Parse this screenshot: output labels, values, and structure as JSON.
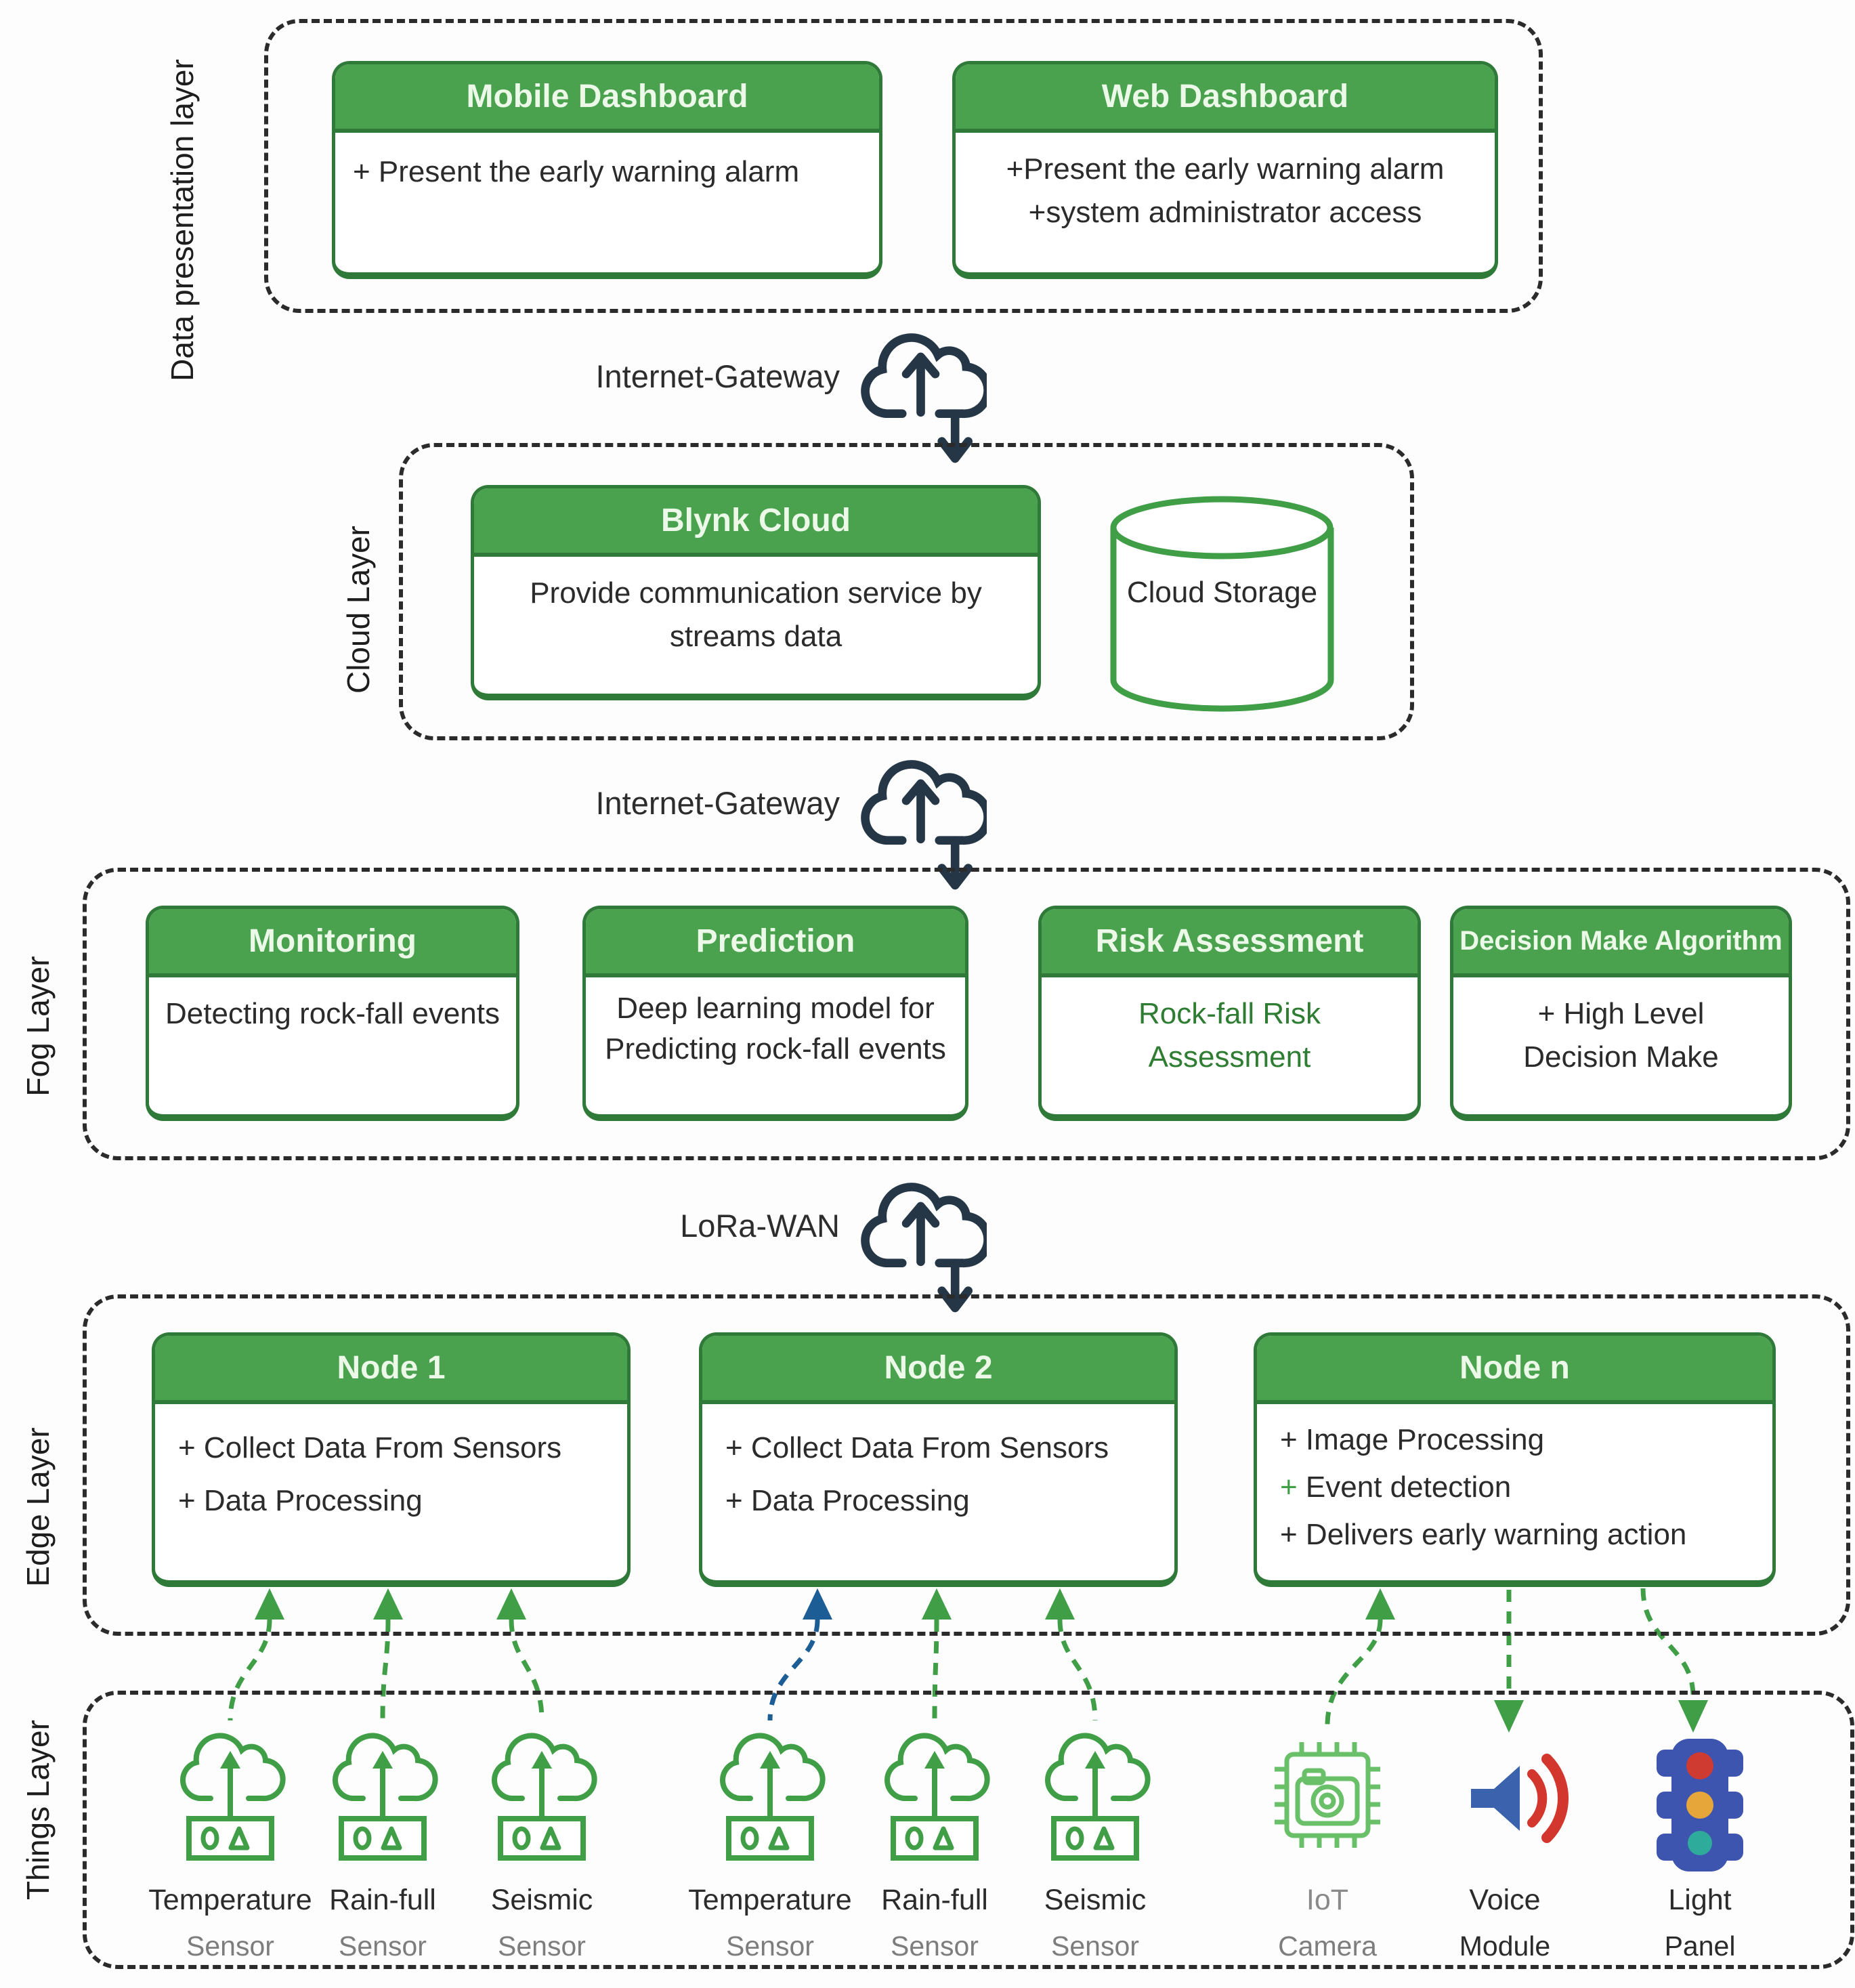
{
  "presentation_layer": {
    "label": "Data presentation layer",
    "mobile": {
      "title": "Mobile Dashboard",
      "line1": "+ Present the early warning alarm"
    },
    "web": {
      "title": "Web Dashboard",
      "line1": "+Present the early warning alarm",
      "line2": "+system administrator access"
    }
  },
  "gateway_top": {
    "label": "Internet-Gateway"
  },
  "gateway_mid": {
    "label": "Internet-Gateway"
  },
  "gateway_lora": {
    "label": "LoRa-WAN"
  },
  "cloud_layer": {
    "label": "Cloud Layer",
    "blynk": {
      "title": "Blynk Cloud",
      "body": "Provide communication service by streams data"
    },
    "storage_label": "Cloud Storage"
  },
  "fog_layer": {
    "label": "Fog Layer",
    "monitoring": {
      "title": "Monitoring",
      "body": "Detecting rock-fall events"
    },
    "prediction": {
      "title": "Prediction",
      "body": "Deep learning model for Predicting rock-fall events"
    },
    "risk": {
      "title": "Risk Assessment",
      "body": "Rock-fall Risk Assessment"
    },
    "decision": {
      "title": "Decision Make Algorithm",
      "body": "+ High Level Decision Make"
    }
  },
  "edge_layer": {
    "label": "Edge Layer",
    "node1": {
      "title": "Node 1",
      "line1": "+ Collect Data From Sensors",
      "line2": "+ Data Processing"
    },
    "node2": {
      "title": "Node 2",
      "line1": "+ Collect Data From Sensors",
      "line2": "+ Data Processing"
    },
    "noden": {
      "title": "Node n",
      "line1": "+ Image Processing",
      "line2_plus": "+",
      "line2_text": " Event detection",
      "line3": "+ Delivers early warning action"
    }
  },
  "things_layer": {
    "label": "Things Layer",
    "devices": [
      {
        "name": "Temperature",
        "type": "Sensor"
      },
      {
        "name": "Rain-full",
        "type": "Sensor"
      },
      {
        "name": "Seismic",
        "type": "Sensor"
      },
      {
        "name": "Temperature",
        "type": "Sensor"
      },
      {
        "name": "Rain-full",
        "type": "Sensor"
      },
      {
        "name": "Seismic",
        "type": "Sensor"
      },
      {
        "name": "IoT",
        "type": "Camera"
      },
      {
        "name": "Voice",
        "type": "Module"
      },
      {
        "name": "Light",
        "type": "Panel"
      }
    ]
  },
  "colors": {
    "header_green": "#4aa24f",
    "border_green": "#2f7a38",
    "accent_green_text": "#2e7d32",
    "line_green": "#3f9e46",
    "line_blue": "#1d5d96",
    "cloud_navy": "#253746"
  }
}
